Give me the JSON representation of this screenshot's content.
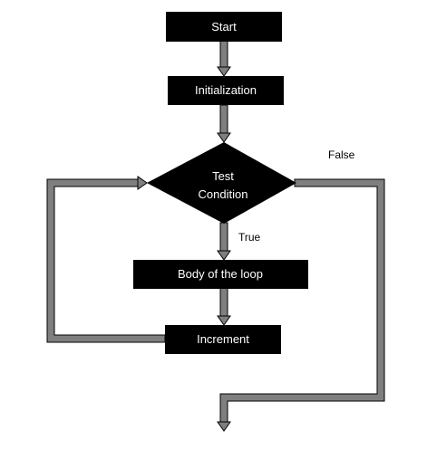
{
  "diagram": {
    "nodes": {
      "start": "Start",
      "init": "Initialization",
      "condition_line1": "Test",
      "condition_line2": "Condition",
      "body": "Body of the loop",
      "increment": "Increment"
    },
    "edges": {
      "true_label": "True",
      "false_label": "False"
    },
    "colors": {
      "node_fill": "#000000",
      "node_text": "#ffffff",
      "connector_fill": "#7f7f7f",
      "connector_stroke": "#000000"
    }
  }
}
